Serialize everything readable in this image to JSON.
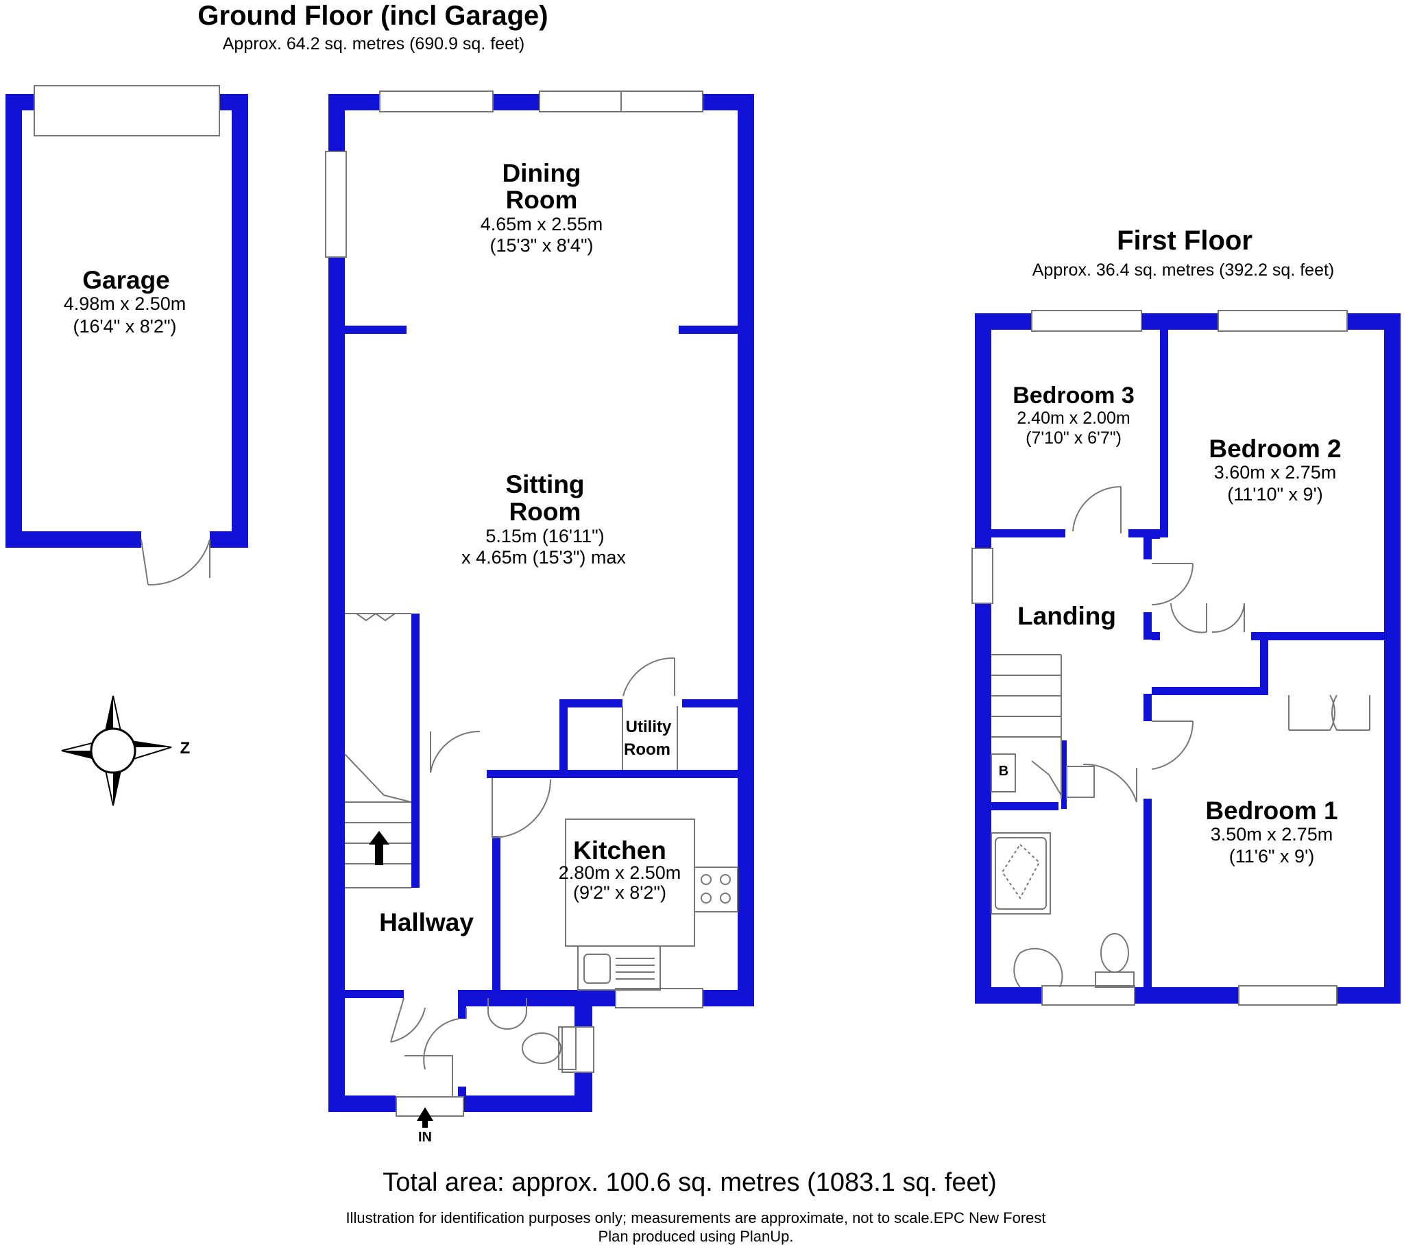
{
  "ground_floor": {
    "title": "Ground Floor (incl Garage)",
    "area": "Approx. 64.2 sq. metres (690.9 sq. feet)"
  },
  "first_floor": {
    "title": "First Floor",
    "area": "Approx. 36.4 sq. metres (392.2 sq. feet)"
  },
  "rooms": {
    "garage": {
      "name": "Garage",
      "dims": "4.98m x 2.50m",
      "imperial": "(16'4\" x 8'2\")"
    },
    "dining": {
      "name_line1": "Dining",
      "name_line2": "Room",
      "dims": "4.65m x 2.55m",
      "imperial": "(15'3\" x 8'4\")"
    },
    "sitting": {
      "name_line1": "Sitting",
      "name_line2": "Room",
      "dims": "5.15m (16'11\")",
      "imperial": "x 4.65m (15'3\") max"
    },
    "utility": {
      "name_line1": "Utility",
      "name_line2": "Room"
    },
    "kitchen": {
      "name": "Kitchen",
      "dims": "2.80m x 2.50m",
      "imperial": "(9'2\" x 8'2\")"
    },
    "hallway": {
      "name": "Hallway"
    },
    "bedroom3": {
      "name": "Bedroom 3",
      "dims": "2.40m x 2.00m",
      "imperial": "(7'10\" x 6'7\")"
    },
    "bedroom2": {
      "name": "Bedroom 2",
      "dims": "3.60m x 2.75m",
      "imperial": "(11'10\" x 9')"
    },
    "bedroom1": {
      "name": "Bedroom 1",
      "dims": "3.50m x 2.75m",
      "imperial": "(11'6\" x 9')"
    },
    "landing": {
      "name": "Landing"
    }
  },
  "labels": {
    "entrance": "IN",
    "boiler": "B",
    "compass_z": "Z"
  },
  "total_area": "Total area: approx. 100.6 sq. metres (1083.1 sq. feet)",
  "disclaimer_line1": "Illustration for identification purposes only; measurements are approximate, not to scale.EPC New Forest",
  "disclaimer_line2": "Plan produced using PlanUp.",
  "colors": {
    "wall": "#1212d6",
    "fixture": "#777777"
  }
}
